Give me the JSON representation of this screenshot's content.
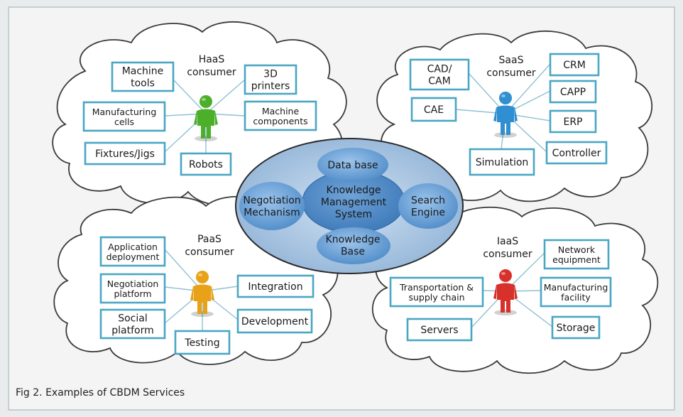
{
  "figure": {
    "caption": "Fig 2. Examples of CBDM Services"
  },
  "center": {
    "core": "Knowledge\nManagement\nSystem",
    "top": "Data base",
    "left": "Negotiation\nMechanism",
    "right": "Search\nEngine",
    "bottom": "Knowledge\nBase"
  },
  "haas": {
    "consumer_label": "HaaS\nconsumer",
    "person_color": "#4caf2a",
    "items": [
      "Machine\ntools",
      "3D\nprinters",
      "Manufacturing\ncells",
      "Machine\ncomponents",
      "Fixtures/Jigs",
      "Robots"
    ]
  },
  "saas": {
    "consumer_label": "SaaS\nconsumer",
    "person_color": "#2f8fd0",
    "items": [
      "CAD/\nCAM",
      "CAE",
      "Simulation",
      "CRM",
      "CAPP",
      "ERP",
      "Controller"
    ]
  },
  "paas": {
    "consumer_label": "PaaS\nconsumer",
    "person_color": "#e8a21a",
    "items": [
      "Application\ndeployment",
      "Negotiation\nplatform",
      "Social\nplatform",
      "Testing",
      "Integration",
      "Development"
    ]
  },
  "iaas": {
    "consumer_label": "IaaS\nconsumer",
    "person_color": "#d8302a",
    "items": [
      "Network\nequipment",
      "Transportation &\nsupply chain",
      "Manufacturing\nfacility",
      "Servers",
      "Storage"
    ]
  }
}
